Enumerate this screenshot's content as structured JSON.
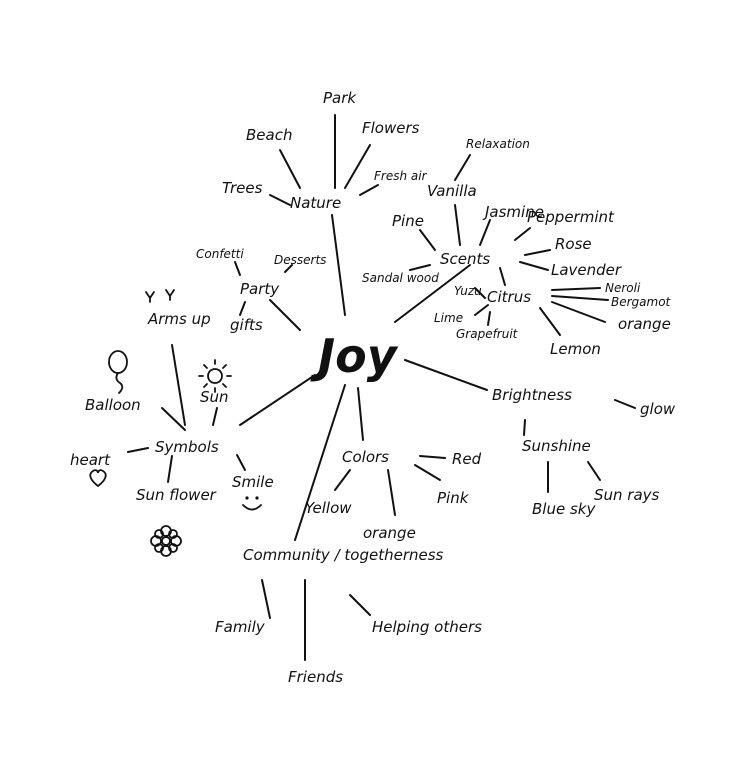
{
  "center": "Joy",
  "nature": {
    "label": "Nature",
    "children": [
      "Park",
      "Beach",
      "Flowers",
      "Trees",
      "Fresh air"
    ]
  },
  "scents": {
    "label": "Scents",
    "children": [
      "Relaxation",
      "Vanilla",
      "Jasmine",
      "Peppermint",
      "Pine",
      "Rose",
      "Lavender",
      "Sandal wood"
    ],
    "citrus": {
      "label": "Citrus",
      "children": [
        "Yuzu",
        "Lime",
        "Grapefruit",
        "Neroli",
        "Bergamot",
        "orange",
        "Lemon"
      ]
    }
  },
  "party": {
    "label": "Party",
    "children": [
      "Confetti",
      "Desserts",
      "gifts"
    ]
  },
  "symbols": {
    "label": "Symbols",
    "children": [
      "Arms up",
      "Balloon",
      "Sun",
      "heart",
      "Smile",
      "Sun flower"
    ]
  },
  "brightness": {
    "label": "Brightness",
    "children": [
      "glow"
    ],
    "sunshine": {
      "label": "Sunshine",
      "children": [
        "Blue sky",
        "Sun rays"
      ]
    }
  },
  "colors": {
    "label": "Colors",
    "children": [
      "Red",
      "Yellow",
      "orange",
      "Pink"
    ]
  },
  "community": {
    "label": "Community / togetherness",
    "children": [
      "Family",
      "Friends",
      "Helping others"
    ]
  }
}
